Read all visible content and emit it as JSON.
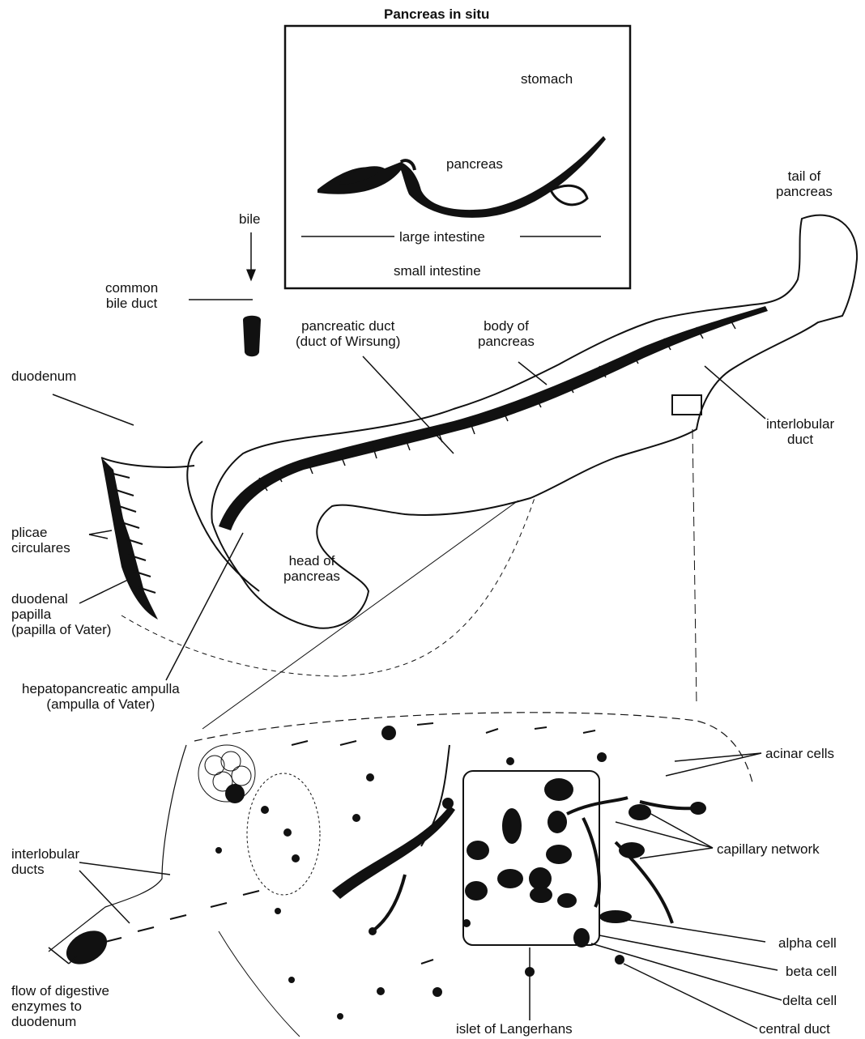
{
  "inset": {
    "title": "Pancreas in situ",
    "stomach": "stomach",
    "pancreas": "pancreas",
    "large_intestine": "large intestine",
    "small_intestine": "small intestine"
  },
  "labels": {
    "tail": [
      "tail of",
      "pancreas"
    ],
    "bile": "bile",
    "common_bile_duct": [
      "common",
      "bile duct"
    ],
    "pancreatic_duct": [
      "pancreatic duct",
      "(duct of Wirsung)"
    ],
    "body": [
      "body of",
      "pancreas"
    ],
    "duodenum": "duodenum",
    "interlobular_duct": [
      "interlobular",
      "duct"
    ],
    "plicae": [
      "plicae",
      "circulares"
    ],
    "head": [
      "head of",
      "pancreas"
    ],
    "papilla": [
      "duodenal",
      "papilla",
      "(papilla of Vater)"
    ],
    "ampulla": [
      "hepatopancreatic ampulla",
      "(ampulla of Vater)"
    ],
    "acinar": "acinar cells",
    "interlobular_ducts": [
      "interlobular",
      "ducts"
    ],
    "capillary": "capillary network",
    "alpha": "alpha cell",
    "beta": "beta cell",
    "delta": "delta cell",
    "flow": [
      "flow of digestive",
      "enzymes to",
      "duodenum"
    ],
    "islet": "islet of Langerhans",
    "central_duct": "central duct"
  }
}
